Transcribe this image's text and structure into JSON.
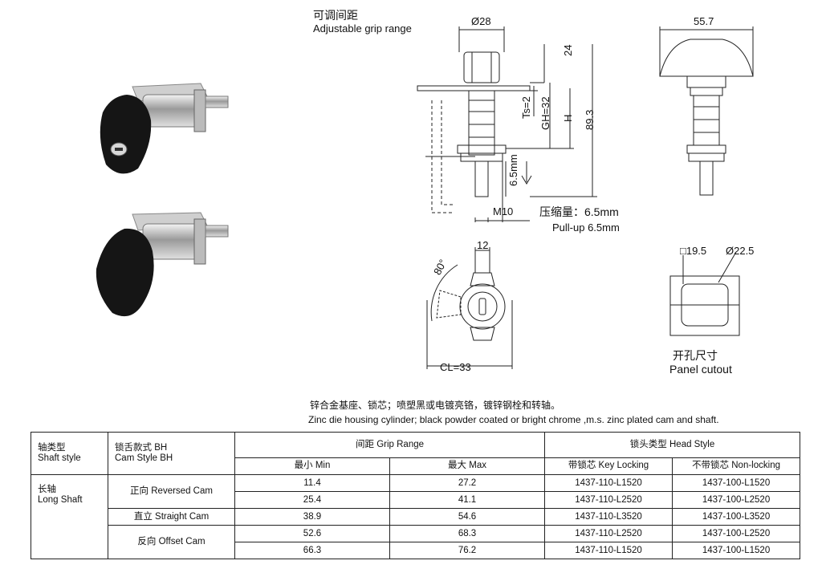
{
  "captions": {
    "grip_cn": "可调间距",
    "grip_en": "Adjustable grip range",
    "pullup_cn": "压缩量：6.5mm",
    "pullup_en": "Pull-up 6.5mm",
    "cutout_cn": "开孔尺寸",
    "cutout_en": "Panel cutout"
  },
  "dimensions": {
    "d28": "Ø28",
    "h24": "24",
    "ts": "Ts=2",
    "gh": "GH=32",
    "h": "H",
    "h893": "89.3",
    "stroke": "6.5mm",
    "m10": "M10",
    "w557": "55.7",
    "w12": "12",
    "angle": "80°",
    "cl": "CL=33",
    "sq": "□19.5",
    "d225": "Ø22.5"
  },
  "description": {
    "cn": "锌合金基座、锁芯；喷塑黑或电镀亮铬，镀锌钢栓和转轴。",
    "en": "Zinc die housing cylinder; black powder coated or bright chrome ,m.s. zinc plated cam and shaft."
  },
  "table": {
    "h_shaft": "轴类型\nShaft style",
    "h_shaft_cn": "轴类型",
    "h_shaft_en": "Shaft style",
    "h_cam_cn": "锁舌款式 BH",
    "h_cam_en": "Cam Style BH",
    "h_grip": "间距 Grip Range",
    "h_min": "最小 Min",
    "h_max": "最大 Max",
    "h_head": "锁头类型 Head Style",
    "h_key": "带锁芯 Key Locking",
    "h_nonlock": "不带锁芯 Non-locking",
    "shaft_cn": "长轴",
    "shaft_en": "Long Shaft",
    "cam_reversed": "正向 Reversed Cam",
    "cam_straight": "直立 Straight Cam",
    "cam_offset": "反向 Offset Cam",
    "rows": [
      {
        "min": "11.4",
        "max": "27.2",
        "key": "1437-110-L1520",
        "non": "1437-100-L1520"
      },
      {
        "min": "25.4",
        "max": "41.1",
        "key": "1437-110-L2520",
        "non": "1437-100-L2520"
      },
      {
        "min": "38.9",
        "max": "54.6",
        "key": "1437-110-L3520",
        "non": "1437-100-L3520"
      },
      {
        "min": "52.6",
        "max": "68.3",
        "key": "1437-110-L2520",
        "non": "1437-100-L2520"
      },
      {
        "min": "66.3",
        "max": "76.2",
        "key": "1437-110-L1520",
        "non": "1437-100-L1520"
      }
    ]
  }
}
